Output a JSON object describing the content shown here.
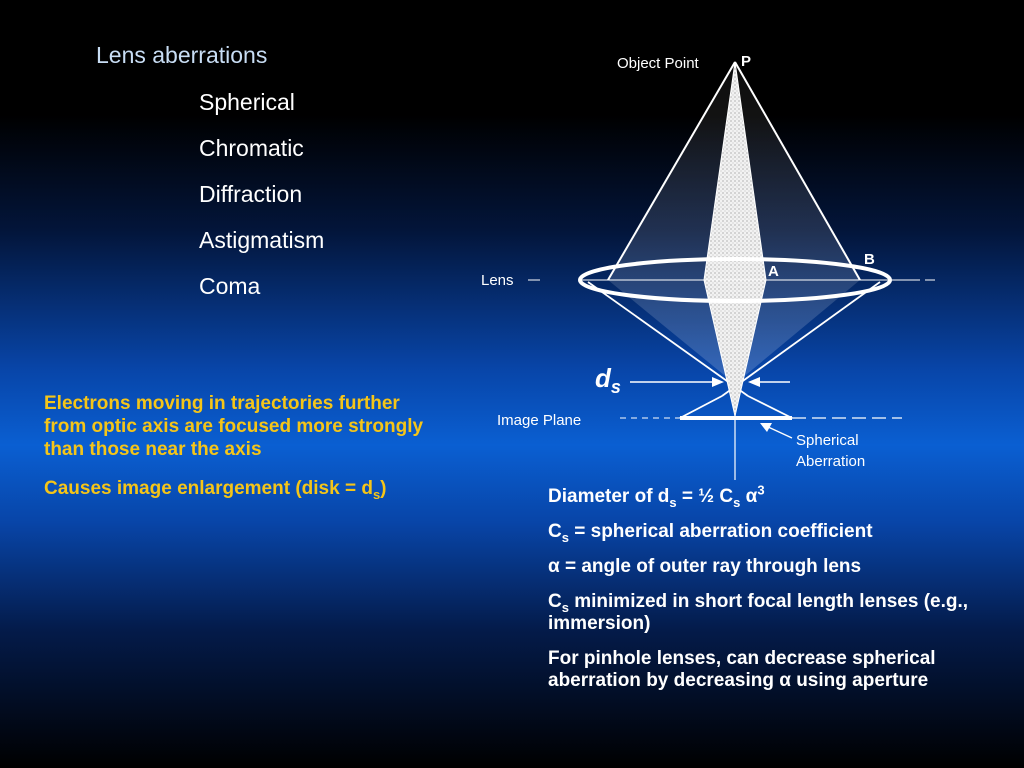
{
  "slide": {
    "title": "Lens aberrations",
    "topics": [
      "Spherical",
      "Chromatic",
      "Diffraction",
      "Astigmatism",
      "Coma"
    ]
  },
  "yellow_text": {
    "line1": "Electrons moving in trajectories further from optic axis are focused more strongly than those near the axis",
    "line2_prefix": "Causes image enlargement (disk = d",
    "line2_sub": "s",
    "line2_suffix": ")"
  },
  "diagram": {
    "object_point_label": "Object Point",
    "p_label": "P",
    "lens_label": "Lens",
    "a_label": "A",
    "b_label": "B",
    "ds_main": "d",
    "ds_sub": "s",
    "image_plane_label": "Image Plane",
    "spherical_label_1": "Spherical",
    "spherical_label_2": "Aberration"
  },
  "white_text": {
    "formula": {
      "p1": "Diameter of d",
      "s1": "s",
      "p2": " = ½ C",
      "s2": "s",
      "p3": " α",
      "sup": "3"
    },
    "cs_def": {
      "p1": "C",
      "s1": "s",
      "p2": " = spherical aberration coefficient"
    },
    "alpha_def": "α = angle of outer ray through lens",
    "cs_min": {
      "p1": "C",
      "s1": "s",
      "p2": " minimized in short focal length lenses (e.g., immersion)"
    },
    "pinhole": "For pinhole lenses, can decrease spherical aberration by decreasing α using aperture"
  },
  "colors": {
    "yellow": "#f5c518",
    "title_blue": "#c8ddf4",
    "white": "#ffffff"
  }
}
